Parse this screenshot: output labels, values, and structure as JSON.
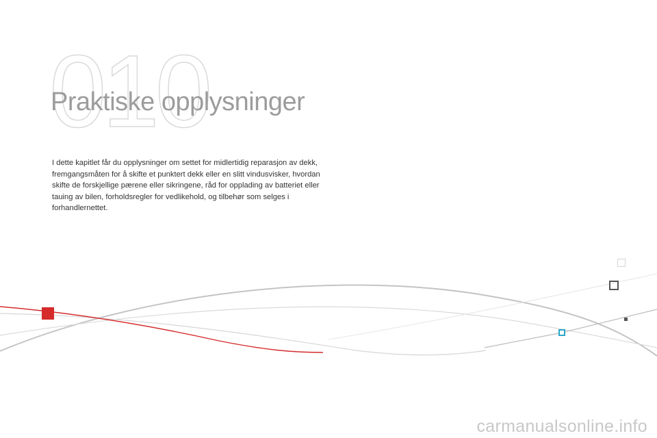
{
  "chapter": {
    "number": "010",
    "title": "Praktiske opplysninger"
  },
  "intro": {
    "text": "I dette kapitlet får du opplysninger om settet for midlertidig reparasjon av dekk, fremgangsmåten for å skifte et punktert dekk eller en slitt vindusvisker, hvordan skifte de forskjellige pærene eller sikringene, råd for opplading av batteriet eller tauing av bilen, forholdsregler for vedlikehold, og tilbehør som selges i forhandlernettet."
  },
  "decoration": {
    "accent_red": "#d52b2b",
    "accent_blue": "#2aa7c9",
    "line_gray": "#c9c9c9"
  },
  "watermark": "carmanualsonline.info"
}
